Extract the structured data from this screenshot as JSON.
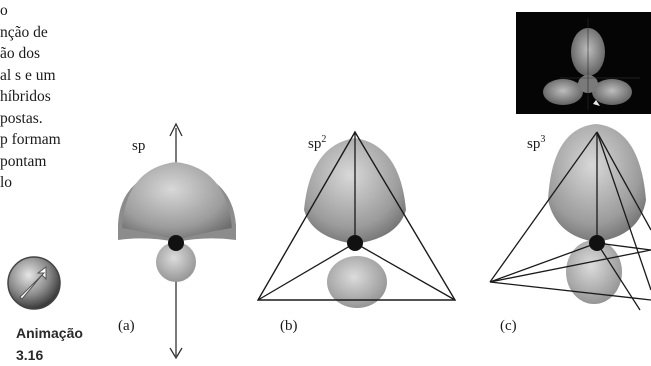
{
  "caption": {
    "lines": [
      "o",
      "nção de",
      "ão dos",
      "al s e um",
      "híbridos",
      "postas.",
      "p formam",
      "pontam",
      "lo"
    ]
  },
  "animation": {
    "label_line1": "Animação",
    "label_line2": "3.16",
    "icon": "arrow-cursor-icon"
  },
  "panels": [
    {
      "letter": "(a)",
      "hybrid_base": "sp",
      "hybrid_sup": ""
    },
    {
      "letter": "(b)",
      "hybrid_base": "sp",
      "hybrid_sup": "2"
    },
    {
      "letter": "(c)",
      "hybrid_base": "sp",
      "hybrid_sup": "3"
    }
  ],
  "inset": {
    "description_icon": "orbital-photo-inset"
  }
}
